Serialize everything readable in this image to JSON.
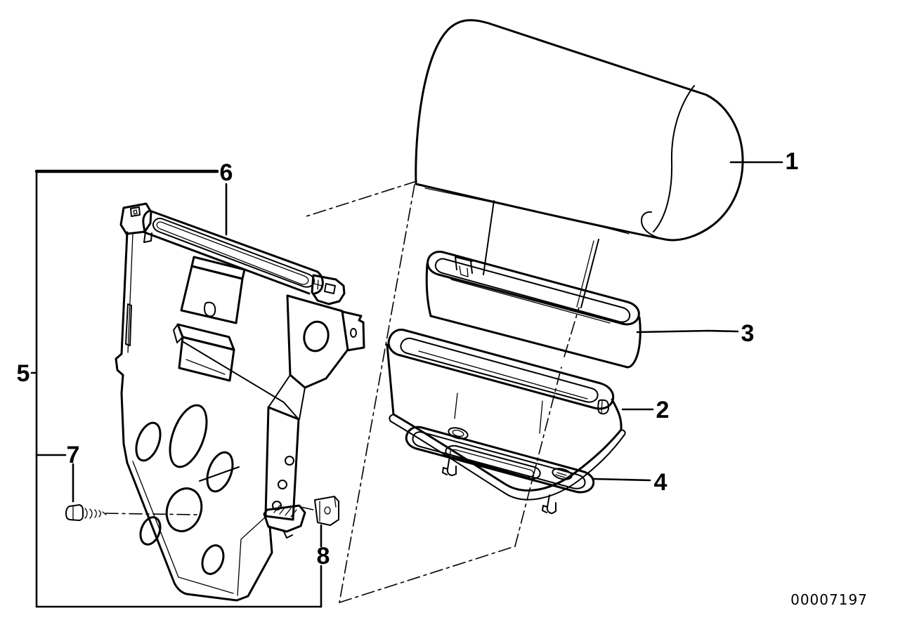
{
  "diagram": {
    "id_number": "00007197",
    "callouts": [
      "1",
      "2",
      "3",
      "4",
      "5",
      "6",
      "7",
      "8"
    ]
  },
  "colors": {
    "line_color": "#000000",
    "background_color": "#ffffff"
  }
}
